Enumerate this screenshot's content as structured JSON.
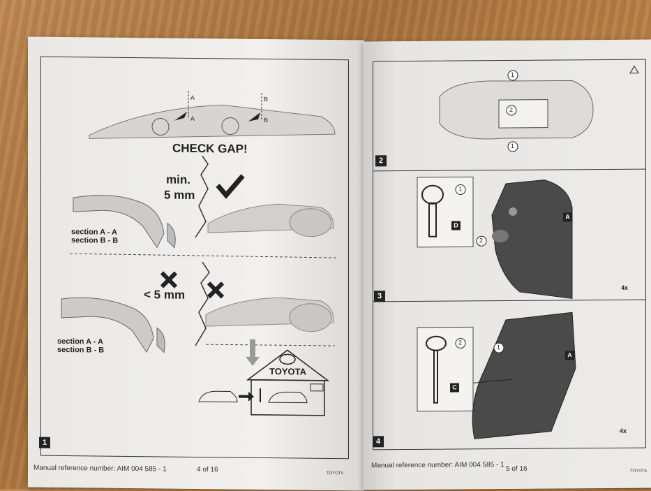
{
  "left_page": {
    "panel_number": "1",
    "heading": "CHECK GAP!",
    "min_label_line1": "min.",
    "min_label_line2": "5 mm",
    "less_label": "< 5 mm",
    "section_top": [
      "section A - A",
      "section B - B"
    ],
    "section_bottom": [
      "section A - A",
      "section B - B"
    ],
    "marker_a": "A",
    "marker_b": "B",
    "dealer_sign": "TOYOTA",
    "footer_ref": "Manual reference number: AIM 004 585 - 1",
    "footer_page": "4 of 16",
    "footer_logo_text": "TOYOTA"
  },
  "right_page": {
    "panels": [
      {
        "number": "2"
      },
      {
        "number": "3",
        "multiplier": "4x",
        "key_label": "D",
        "part_label": "A",
        "step1": "1",
        "step2": "2"
      },
      {
        "number": "4",
        "multiplier": "4x",
        "key_label": "C",
        "part_label": "A",
        "step1": "1",
        "step2": "2"
      }
    ],
    "top_steps": [
      "1",
      "2",
      "1"
    ],
    "footer_ref": "Manual reference number: AIM 004 585 - 1",
    "footer_page": "5 of 16",
    "footer_logo_text": "TOYOTA"
  }
}
